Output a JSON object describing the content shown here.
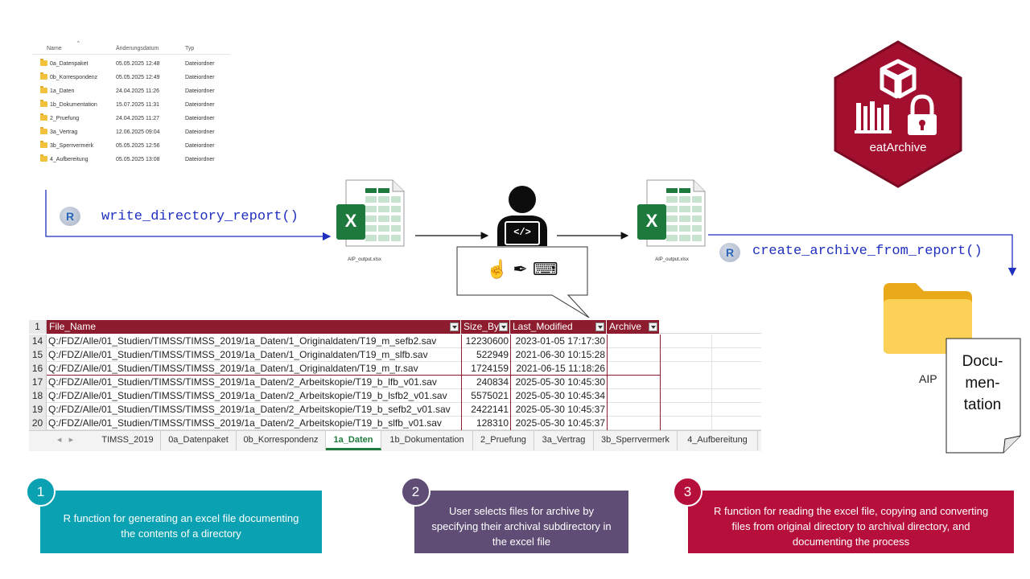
{
  "explorer": {
    "columns": [
      "Name",
      "Änderungsdatum",
      "Typ"
    ],
    "rows": [
      {
        "name": "0a_Datenpaket",
        "date": "05.05.2025 12:48",
        "type": "Dateiordner"
      },
      {
        "name": "0b_Korrespondenz",
        "date": "05.05.2025 12:49",
        "type": "Dateiordner"
      },
      {
        "name": "1a_Daten",
        "date": "24.04.2025 11:26",
        "type": "Dateiordner"
      },
      {
        "name": "1b_Dokumentation",
        "date": "15.07.2025 11:31",
        "type": "Dateiordner"
      },
      {
        "name": "2_Pruefung",
        "date": "24.04.2025 11:27",
        "type": "Dateiordner"
      },
      {
        "name": "3a_Vertrag",
        "date": "12.06.2025 09:04",
        "type": "Dateiordner"
      },
      {
        "name": "3b_Sperrvermerk",
        "date": "05.05.2025 12:56",
        "type": "Dateiordner"
      },
      {
        "name": "4_Aufbereitung",
        "date": "05.05.2025 13:08",
        "type": "Dateiordner"
      }
    ]
  },
  "functions": {
    "write": "write_directory_report()",
    "create": "create_archive_from_report()",
    "r_logo": "R"
  },
  "files": {
    "excel_letter": "X",
    "output_name_1": "AIP_output.xlsx",
    "output_name_2": "AIP_output.xlsx"
  },
  "user": {
    "screen_glyph": "</>",
    "actions": [
      "☝",
      "✒",
      "⌨"
    ]
  },
  "sheet": {
    "header_row_number": "1",
    "columns": [
      "File_Name",
      "Size_Byt",
      "Last_Modified",
      "Archive"
    ],
    "rows": [
      {
        "n": "14",
        "file": "Q:/FDZ/Alle/01_Studien/TIMSS/TIMSS_2019/1a_Daten/1_Originaldaten/T19_m_sefb2.sav",
        "size": "12230600",
        "modified": "2023-01-05 17:17:30"
      },
      {
        "n": "15",
        "file": "Q:/FDZ/Alle/01_Studien/TIMSS/TIMSS_2019/1a_Daten/1_Originaldaten/T19_m_slfb.sav",
        "size": "522949",
        "modified": "2021-06-30 10:15:28"
      },
      {
        "n": "16",
        "file": "Q:/FDZ/Alle/01_Studien/TIMSS/TIMSS_2019/1a_Daten/1_Originaldaten/T19_m_tr.sav",
        "size": "1724159",
        "modified": "2021-06-15 11:18:26"
      },
      {
        "n": "17",
        "file": "Q:/FDZ/Alle/01_Studien/TIMSS/TIMSS_2019/1a_Daten/2_Arbeitskopie/T19_b_lfb_v01.sav",
        "size": "240834",
        "modified": "2025-05-30 10:45:30"
      },
      {
        "n": "18",
        "file": "Q:/FDZ/Alle/01_Studien/TIMSS/TIMSS_2019/1a_Daten/2_Arbeitskopie/T19_b_lsfb2_v01.sav",
        "size": "5575021",
        "modified": "2025-05-30 10:45:34"
      },
      {
        "n": "19",
        "file": "Q:/FDZ/Alle/01_Studien/TIMSS/TIMSS_2019/1a_Daten/2_Arbeitskopie/T19_b_sefb2_v01.sav",
        "size": "2422141",
        "modified": "2025-05-30 10:45:37"
      },
      {
        "n": "20",
        "file": "Q:/FDZ/Alle/01_Studien/TIMSS/TIMSS_2019/1a_Daten/2_Arbeitskopie/T19_b_slfb_v01.sav",
        "size": "128310",
        "modified": "2025-05-30 10:45:37"
      }
    ],
    "tabs": [
      "TIMSS_2019",
      "0a_Datenpaket",
      "0b_Korrespondenz",
      "1a_Daten",
      "1b_Dokumentation",
      "2_Pruefung",
      "3a_Vertrag",
      "3b_Sperrvermerk",
      "4_Aufbereitung"
    ],
    "active_tab": "1a_Daten"
  },
  "badge": {
    "label": "eatArchive"
  },
  "output": {
    "folder_label": "AIP",
    "doc_lines": [
      "Docu-",
      "men-",
      "tation"
    ]
  },
  "steps": [
    {
      "num": "1",
      "text": "R function for generating an excel file documenting  the contents of a directory",
      "color": "#0aa1b3"
    },
    {
      "num": "2",
      "text": "User selects files for archive by specifying their archival subdirectory in the excel file",
      "color": "#5f4d75"
    },
    {
      "num": "3",
      "text": "R function for reading the excel file, copying and converting files from original directory  to archival directory, and documenting  the process",
      "color": "#b60f3c"
    }
  ],
  "colors": {
    "header_red": "#8d1c2e",
    "hex_red": "#a3102f",
    "arrow_blue": "#1f2fbf",
    "excel_green": "#1d7a3c"
  }
}
